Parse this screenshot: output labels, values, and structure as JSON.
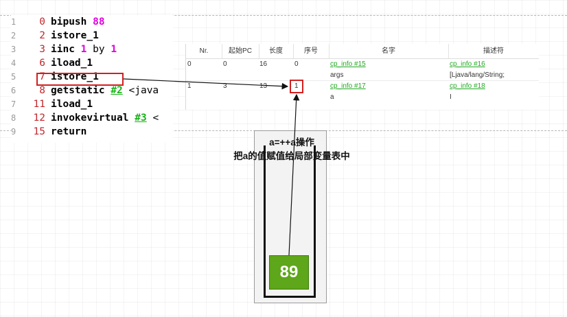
{
  "bytecode": {
    "lines": [
      {
        "ln": "1",
        "offset": "0",
        "op": "bipush",
        "num": "88"
      },
      {
        "ln": "2",
        "offset": "2",
        "op": "istore_1"
      },
      {
        "ln": "3",
        "offset": "3",
        "op": "iinc",
        "num": "1",
        "kw": "by",
        "num2": "1"
      },
      {
        "ln": "4",
        "offset": "6",
        "op": "iload_1"
      },
      {
        "ln": "5",
        "offset": "7",
        "op": "istore_1"
      },
      {
        "ln": "6",
        "offset": "8",
        "op": "getstatic",
        "ref": "#2",
        "rest": "<java"
      },
      {
        "ln": "7",
        "offset": "11",
        "op": "iload_1"
      },
      {
        "ln": "8",
        "offset": "12",
        "op": "invokevirtual",
        "ref": "#3",
        "rest": "<"
      },
      {
        "ln": "9",
        "offset": "15",
        "op": "return"
      }
    ]
  },
  "local_var_table": {
    "headers": {
      "nr": "Nr.",
      "start_pc": "起始PC",
      "length": "长度",
      "index": "序号",
      "name": "名字",
      "descriptor": "描述符"
    },
    "rows": [
      {
        "nr": "0",
        "start_pc": "0",
        "length": "16",
        "index": "0",
        "name_ref": "cp_info #15",
        "desc_ref": "cp_info #16",
        "name": "args",
        "desc": "[Ljava/lang/String;"
      },
      {
        "nr": "1",
        "start_pc": "3",
        "length": "13",
        "index": "1",
        "name_ref": "cp_info #17",
        "desc_ref": "cp_info #18",
        "name": "a",
        "desc": "I"
      }
    ]
  },
  "annotation": {
    "line1": "a=++a操作",
    "line2": "把a的值赋值给局部变量表中"
  },
  "operand_stack": {
    "top_value": "89",
    "value_color": "#5ea61a"
  },
  "colors": {
    "highlight": "#d21f1f",
    "offset": "#c1272d",
    "literal": "#e000e0",
    "cp_ref": "#19b219"
  }
}
